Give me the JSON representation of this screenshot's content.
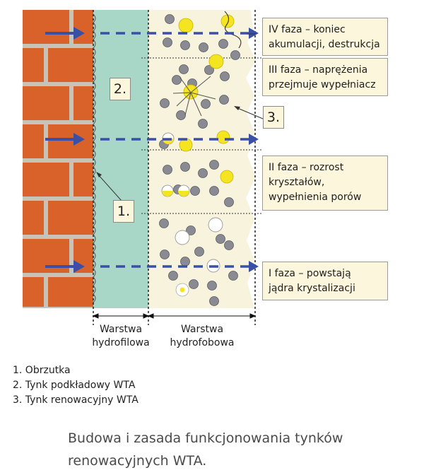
{
  "phases": [
    {
      "line1": "IV faza – koniec",
      "line2": "akumulacji, destrukcja"
    },
    {
      "line1": "III faza – naprężenia",
      "line2": "przejmuje wypełniacz"
    },
    {
      "line1": "II faza – rozrost",
      "line2": "kryształów,",
      "line3": "wypełnienia porów"
    },
    {
      "line1": "I faza – powstają",
      "line2": "jądra krystalizacji"
    }
  ],
  "markers": {
    "m1": "1.",
    "m2": "2.",
    "m3": "3."
  },
  "layers": {
    "hydrophilic": {
      "line1": "Warstwa",
      "line2": "hydrofilowa"
    },
    "hydrophobic": {
      "line1": "Warstwa",
      "line2": "hydrofobowa"
    }
  },
  "legend": {
    "item1": "1. Obrzutka",
    "item2": "2. Tynk podkładowy WTA",
    "item3": "3. Tynk renowacyjny WTA"
  },
  "caption": {
    "line1": "Budowa i zasada funkcjonowania tynków",
    "line2": "renowacyjnych WTA."
  },
  "colors": {
    "brick": "#d9622b",
    "mortar": "#c9c2b6",
    "hydrophilic_layer": "#a9d7c7",
    "hydrophobic_layer": "#f7f3dc",
    "arrow": "#3a4fa6",
    "crystal": "#f5e520",
    "pore": "#8a8a92",
    "empty_pore": "#ffffff",
    "phase_box": "#fbf6dc"
  }
}
